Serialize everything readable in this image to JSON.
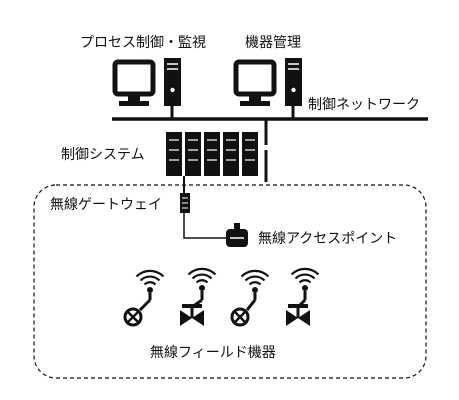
{
  "labels": {
    "process_control": "プロセス制御・監視",
    "equipment_management": "機器管理",
    "control_network": "制御ネットワーク",
    "control_system": "制御システム",
    "wireless_gateway": "無線ゲートウェイ",
    "wireless_access_point": "無線アクセスポイント",
    "wireless_field_devices": "無線フィールド機器"
  },
  "icons": {
    "workstation": "desktop-computer-icon",
    "controller": "control-system-rack-icon",
    "gateway": "wireless-gateway-icon",
    "access_point": "wireless-access-point-icon",
    "transmitter": "wireless-transmitter-icon",
    "valve": "wireless-valve-icon"
  },
  "colors": {
    "ink": "#111111",
    "background": "#ffffff"
  }
}
